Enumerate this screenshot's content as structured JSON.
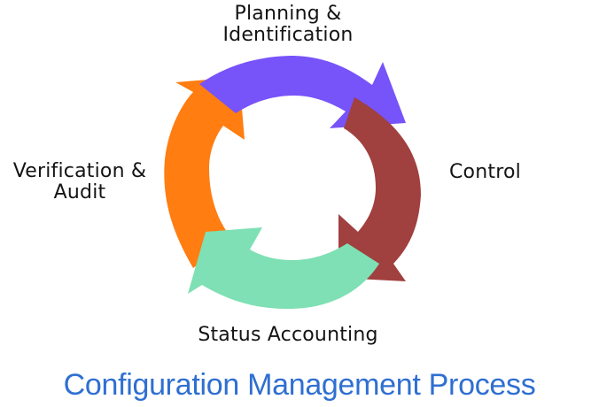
{
  "title": "Configuration Management Process",
  "colors": {
    "title": "#2f6fd1",
    "planning": "#7753fa",
    "control": "#a0403f",
    "status": "#7ee0b4",
    "verification": "#ff7d11"
  },
  "stages": [
    {
      "key": "planning",
      "line1": "Planning &",
      "line2": "Identification"
    },
    {
      "key": "control",
      "line1": "Control"
    },
    {
      "key": "status",
      "line1": "Status Accounting"
    },
    {
      "key": "verification",
      "line1": "Verification &",
      "line2": "Audit"
    }
  ]
}
